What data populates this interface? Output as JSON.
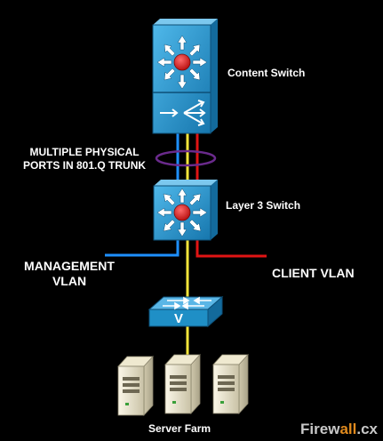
{
  "labels": {
    "content_switch": "Content Switch",
    "trunk_line1": "MULTIPLE PHYSICAL",
    "trunk_line2": "PORTS IN 801.Q TRUNK",
    "layer3_switch": "Layer 3 Switch",
    "management_line1": "MANAGEMENT",
    "management_line2": "VLAN",
    "client_vlan": "CLIENT VLAN",
    "server_farm": "Server Farm"
  },
  "watermark": {
    "prefix": "Firew",
    "accent": "all",
    "suffix": ".cx"
  },
  "colors": {
    "background": "#000000",
    "device_blue": "#1f8fc6",
    "router_red": "#d21a1a",
    "management_vlan": "#1e90ff",
    "trunk_yellow": "#f5e43a",
    "client_vlan": "#e01414",
    "trunk_bundle": "#6a2a8c",
    "server_body": "#e6e0c8"
  }
}
